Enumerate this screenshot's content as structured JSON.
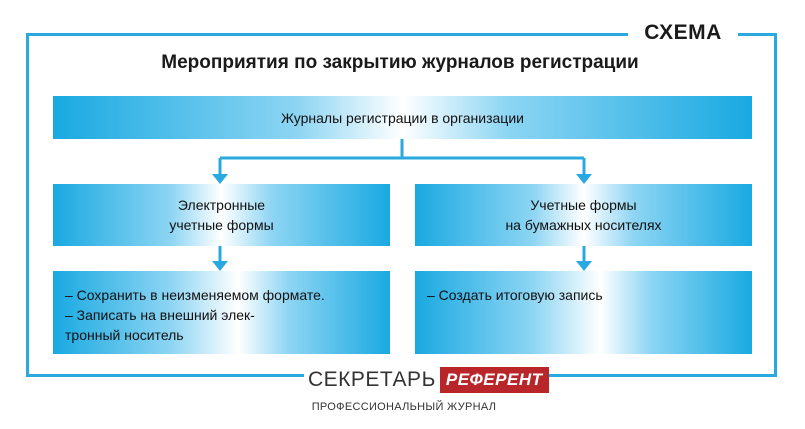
{
  "label": "СХЕМА",
  "title": "Мероприятия по закрытию журналов регистрации",
  "top_box": "Журналы регистрации в организации",
  "left": {
    "header_line1": "Электронные",
    "header_line2": "учетные формы",
    "items": [
      "– Сохранить в неизменяемом формате.",
      "– Записать на внешний элек-",
      "тронный носитель"
    ]
  },
  "right": {
    "header_line1": "Учетные формы",
    "header_line2": "на бумажных носителях",
    "items": [
      "– Создать итоговую запись"
    ]
  },
  "logo": {
    "part1": "СЕКРЕТАРЬ",
    "part2": "РЕФЕРЕНТ",
    "subtitle": "ПРОФЕССИОНАЛЬНЫЙ ЖУРНАЛ"
  },
  "colors": {
    "frame": "#29a9df",
    "box_edge": "#19a9e1",
    "logo_red": "#b8262a"
  }
}
